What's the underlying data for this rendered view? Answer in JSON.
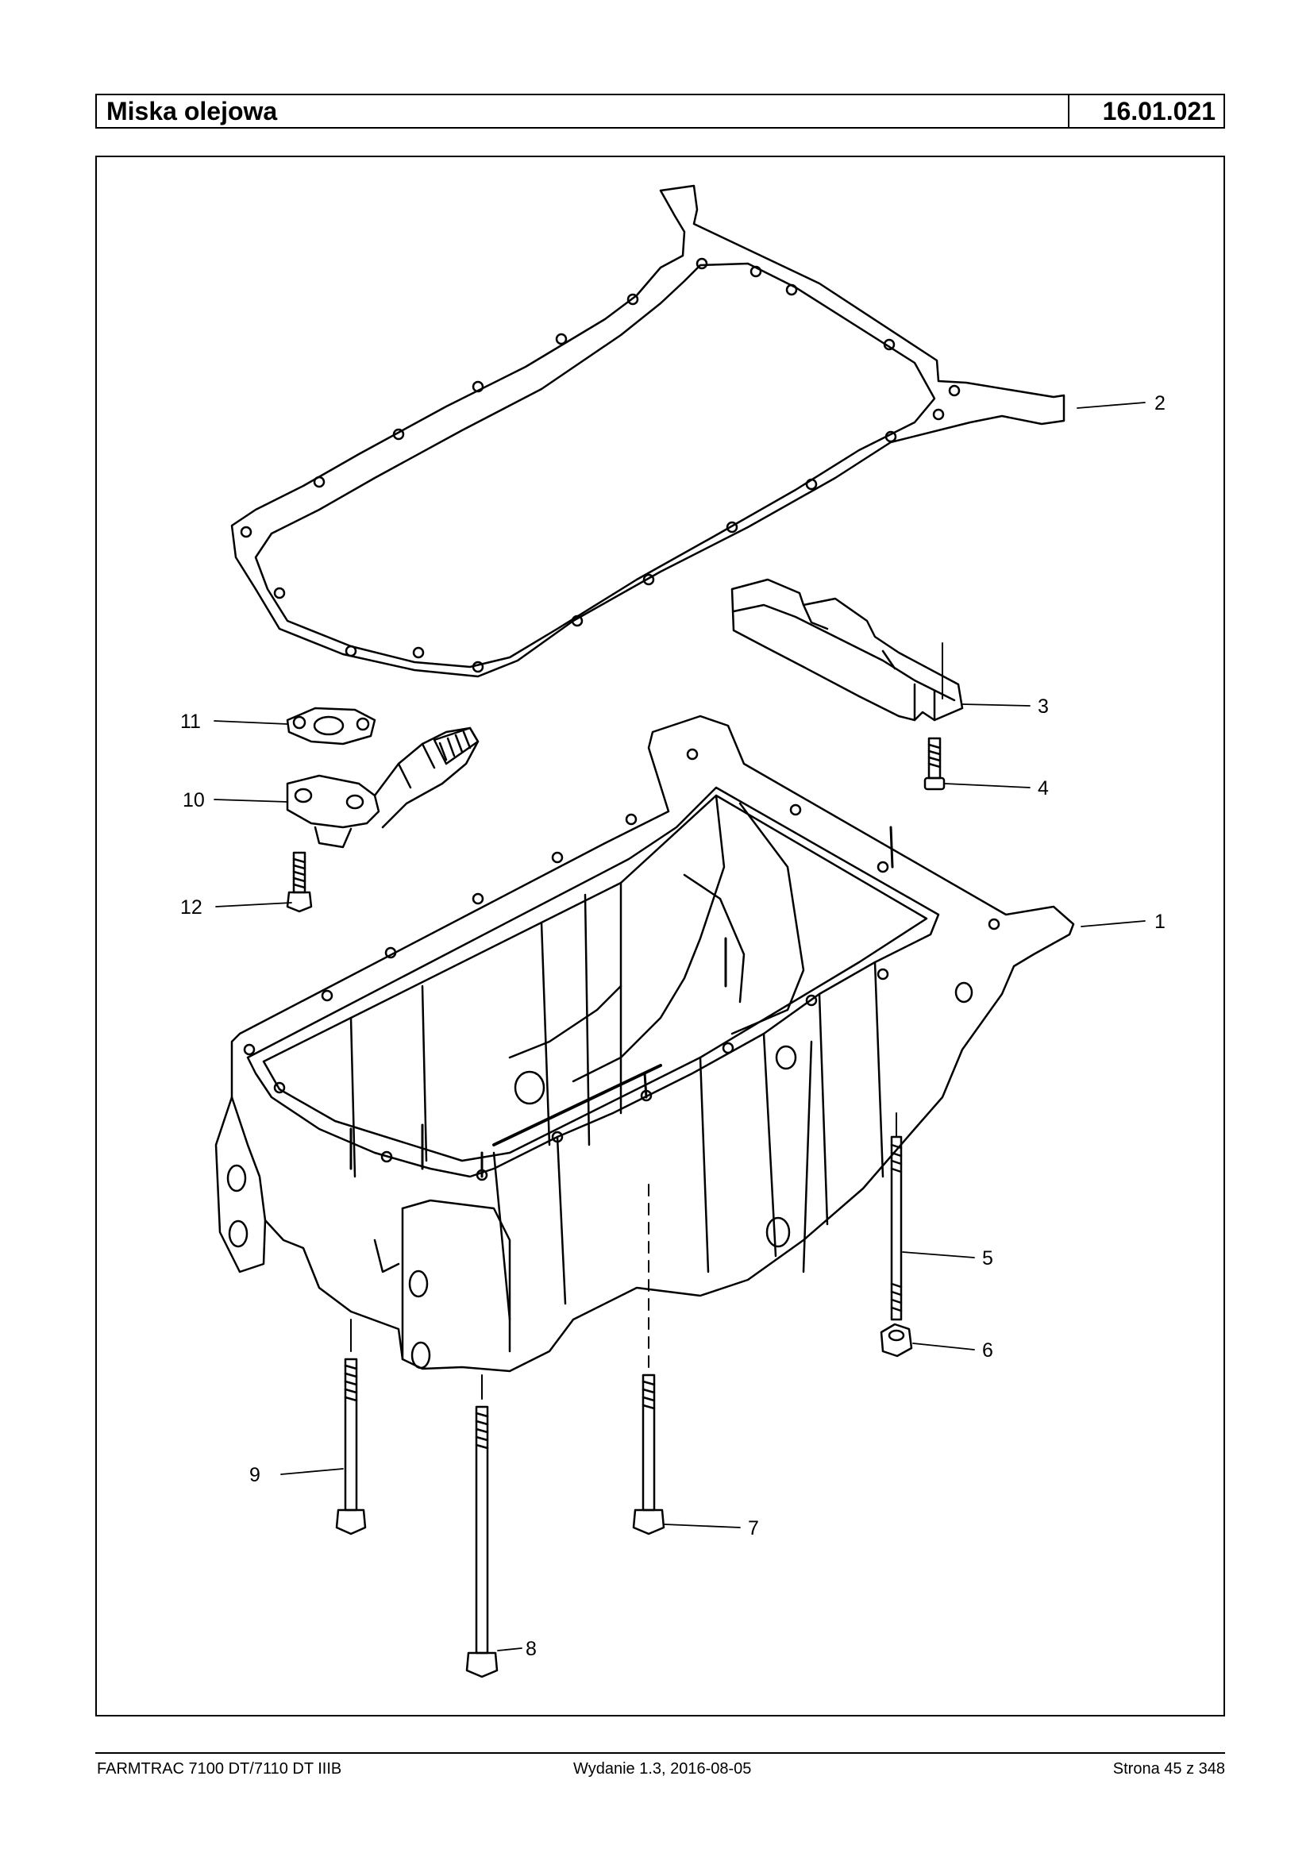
{
  "header": {
    "title": "Miska olejowa",
    "code": "16.01.021"
  },
  "figure": {
    "callouts": [
      "1",
      "2",
      "3",
      "4",
      "5",
      "6",
      "7",
      "8",
      "9",
      "10",
      "11",
      "12"
    ]
  },
  "footer": {
    "model": "FARMTRAC 7100 DT/7110 DT IIIB",
    "edition": "Wydanie 1.3,  2016-08-05",
    "page": "Strona 45 z 348"
  }
}
